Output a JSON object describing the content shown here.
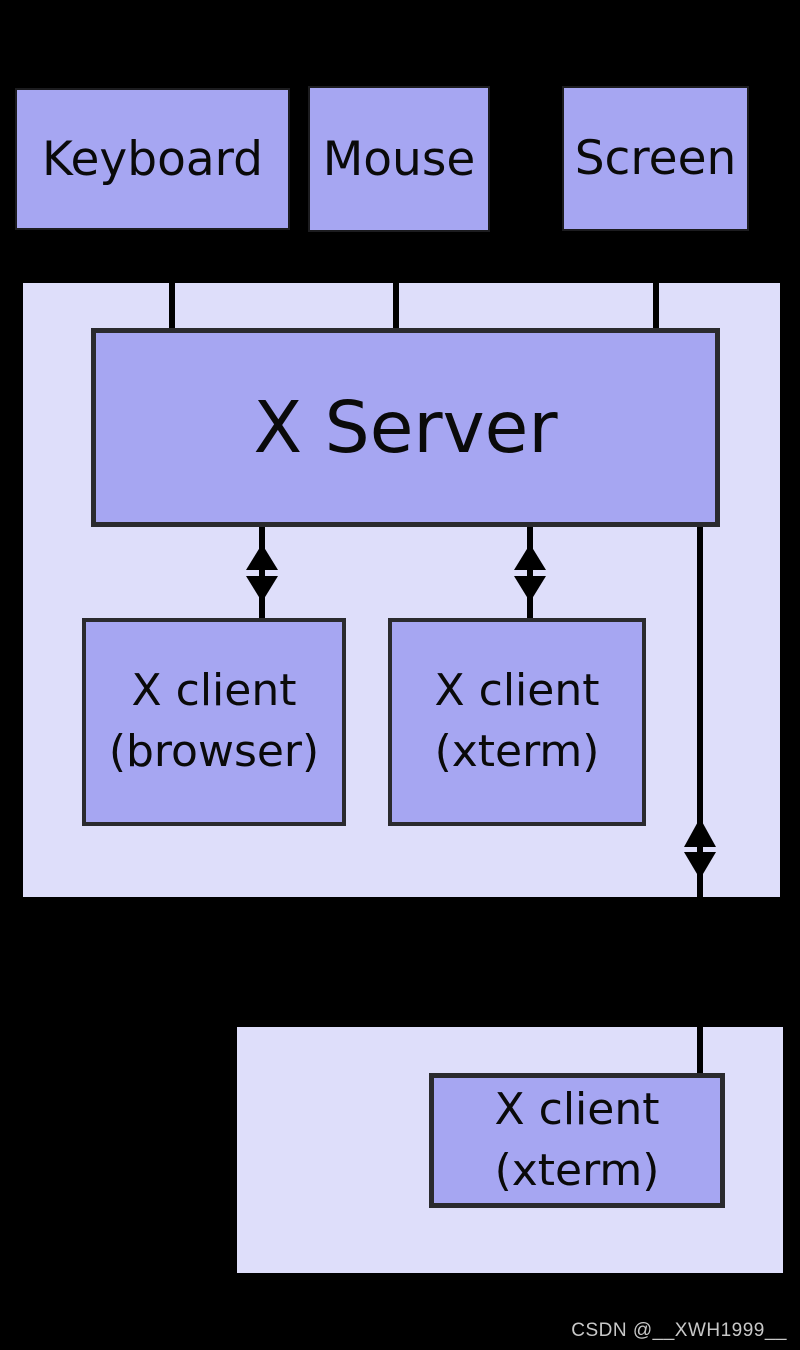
{
  "colors": {
    "background": "#000000",
    "machine_fill": "#dedefa",
    "node_fill": "#a6a6f2",
    "node_border": "#2a2a2e",
    "line": "#000000",
    "watermark_text": "#c8c8c8"
  },
  "devices": [
    {
      "label": "Keyboard"
    },
    {
      "label": "Mouse"
    },
    {
      "label": "Screen"
    }
  ],
  "local_machine": {
    "server_label": "X Server",
    "clients": [
      {
        "line1": "X client",
        "line2": "(browser)"
      },
      {
        "line1": "X client",
        "line2": "(xterm)"
      }
    ]
  },
  "remote_machine": {
    "client": {
      "line1": "X client",
      "line2": "(xterm)"
    }
  },
  "watermark": "CSDN @__XWH1999__"
}
